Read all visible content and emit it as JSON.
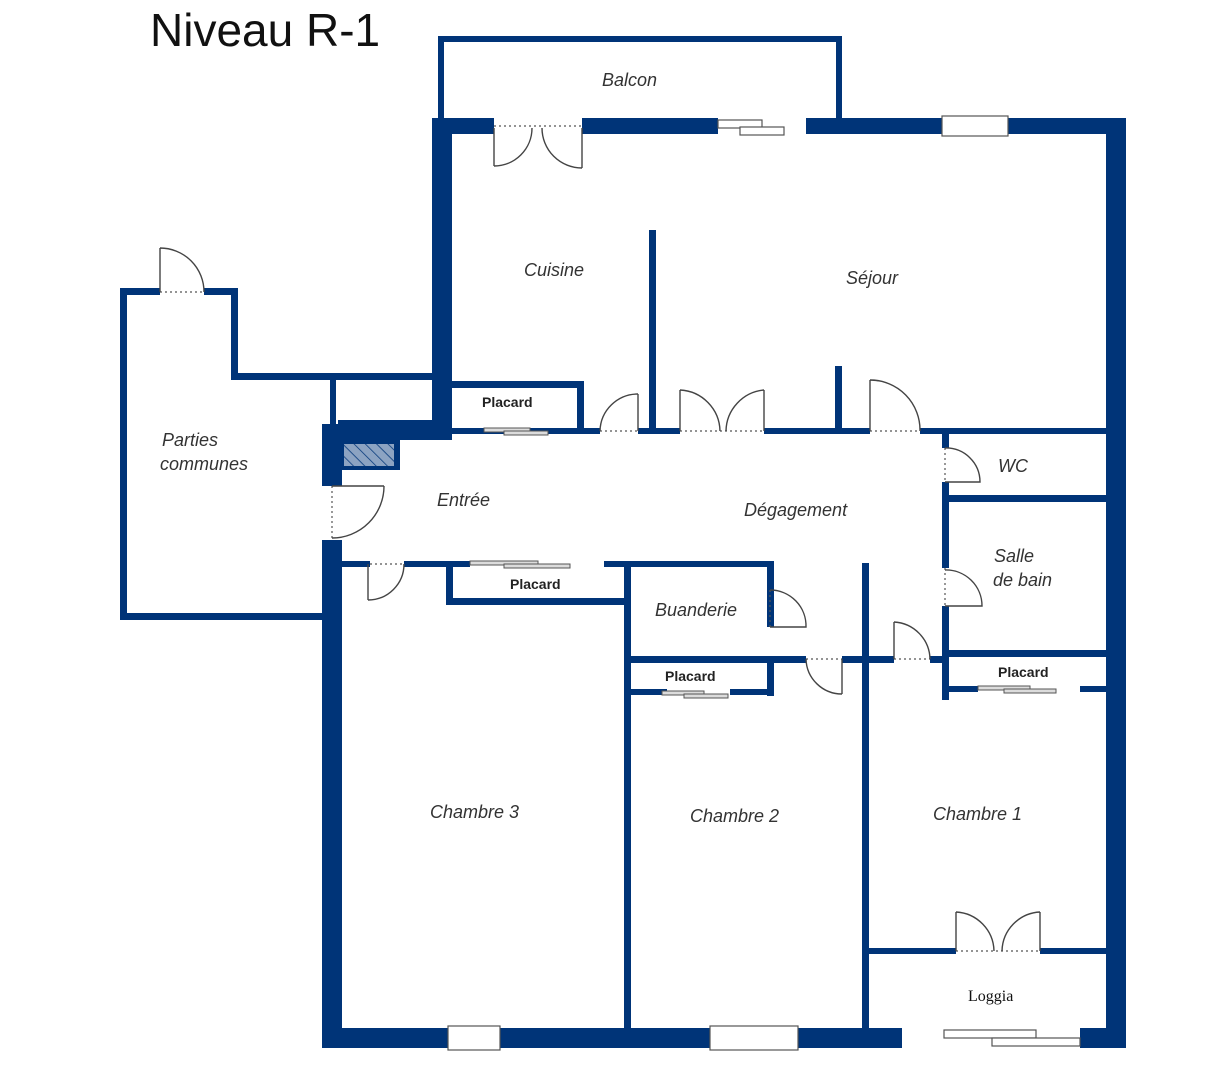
{
  "title": "Niveau R-1",
  "colors": {
    "wall": "#003478",
    "door_line": "#444444",
    "background": "#ffffff"
  },
  "rooms": {
    "balcon": "Balcon",
    "cuisine": "Cuisine",
    "sejour": "Séjour",
    "parties_communes_line1": "Parties",
    "parties_communes_line2": "communes",
    "entree": "Entrée",
    "degagement": "Dégagement",
    "wc": "WC",
    "salle_de_bain_line1": "Salle",
    "salle_de_bain_line2": "de bain",
    "buanderie": "Buanderie",
    "chambre_3": "Chambre 3",
    "chambre_2": "Chambre 2",
    "chambre_1": "Chambre 1",
    "loggia": "Loggia"
  },
  "closets": {
    "placard_cuisine": "Placard",
    "placard_entree": "Placard",
    "placard_chambre_2": "Placard",
    "placard_chambre_1": "Placard"
  }
}
